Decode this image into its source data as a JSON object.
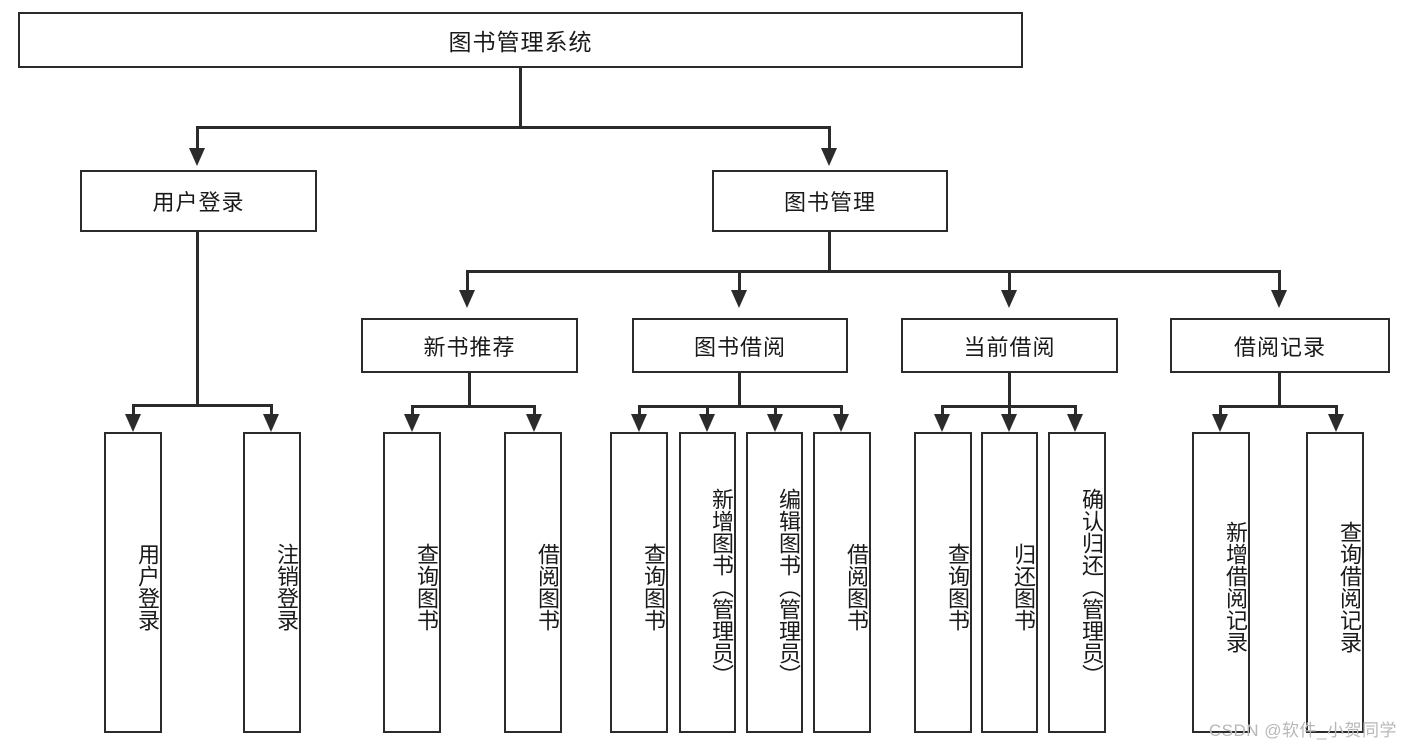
{
  "diagram": {
    "title": "图书管理系统",
    "type": "tree-hierarchy-diagram",
    "root": {
      "label": "图书管理系统"
    },
    "level2": [
      {
        "label": "用户登录"
      },
      {
        "label": "图书管理"
      }
    ],
    "level3": [
      {
        "label": "新书推荐"
      },
      {
        "label": "图书借阅"
      },
      {
        "label": "当前借阅"
      },
      {
        "label": "借阅记录"
      }
    ],
    "leaves_user_login": [
      {
        "label": "用户登录"
      },
      {
        "label": "注销登录"
      }
    ],
    "leaves_new_book": [
      {
        "label": "查询图书"
      },
      {
        "label": "借阅图书"
      }
    ],
    "leaves_borrow": [
      {
        "label": "查询图书"
      },
      {
        "label": "新增图书（管理员）"
      },
      {
        "label": "编辑图书（管理员）"
      },
      {
        "label": "借阅图书"
      }
    ],
    "leaves_current": [
      {
        "label": "查询图书"
      },
      {
        "label": "归还图书"
      },
      {
        "label": "确认归还（管理员）"
      }
    ],
    "leaves_record": [
      {
        "label": "新增借阅记录"
      },
      {
        "label": "查询借阅记录"
      }
    ]
  },
  "watermark": {
    "text": "CSDN @软件_小贺同学"
  },
  "colors": {
    "stroke": "#2b2b2b",
    "background": "#ffffff",
    "text": "#1a1a1a",
    "watermark": "#b8b8b8"
  }
}
